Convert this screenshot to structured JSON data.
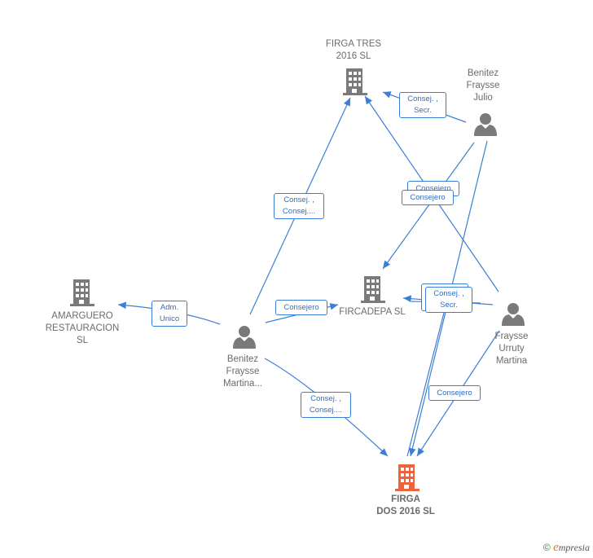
{
  "colors": {
    "edge": "#3a7fd5",
    "company": "#7a7a7a",
    "company_main": "#f0623a",
    "person": "#7a7a7a"
  },
  "nodes": {
    "firga_tres": {
      "label": "FIRGA TRES\n2016  SL",
      "icon": "building-icon"
    },
    "benitez_julio": {
      "label": "Benitez\nFraysse\nJulio",
      "icon": "person-icon"
    },
    "amarguero": {
      "label": "AMARGUERO\nRESTAURACION\nSL",
      "icon": "building-icon"
    },
    "fircadepa": {
      "label": "FIRCADEPA  SL",
      "icon": "building-icon"
    },
    "benitez_martina": {
      "label": "Benitez\nFraysse\nMartina...",
      "icon": "person-icon"
    },
    "fraysse_urruty": {
      "label": "Fraysse\nUrruty\nMartina",
      "icon": "person-icon"
    },
    "firga_dos": {
      "label": "FIRGA\nDOS 2016  SL",
      "icon": "building-icon"
    }
  },
  "edge_labels": {
    "julio_tres": "Consej. ,\nSecr.",
    "julio_fircadepa_back": "Consejero",
    "julio_fircadepa": "Consejero",
    "martina_tres": "Consej. ,\nConsej....",
    "martina_amarguero": "Adm.\nUnico",
    "martina_fircadepa": "Consejero",
    "urruty_fircadepa": "Consej. ,\nSecr.",
    "martina_dos": "Consej. ,\nConsej....",
    "urruty_dos": "Consejero"
  },
  "brand": {
    "copyright": "©",
    "name_first": "e",
    "name_rest": "mpresia"
  }
}
